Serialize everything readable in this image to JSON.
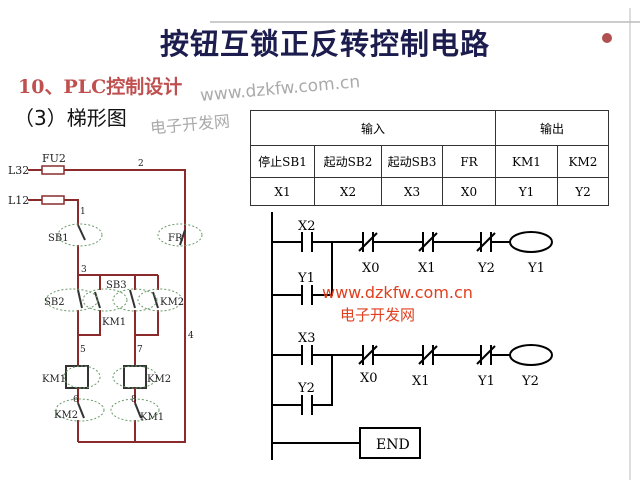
{
  "title": "按钮互锁正反转控制电路",
  "section": "10、PLC控制设计",
  "subsection": "（3）梯形图",
  "io_table": {
    "groups": [
      "输入",
      "输出"
    ],
    "names": [
      "停止SB1",
      "起动SB2",
      "起动SB3",
      "FR",
      "KM1",
      "KM2"
    ],
    "addresses": [
      "X1",
      "X2",
      "X3",
      "X0",
      "Y1",
      "Y2"
    ]
  },
  "circuit": {
    "labels": {
      "l32": "L32",
      "l12": "L12",
      "fu2": "FU2",
      "n1": "1",
      "n2": "2",
      "n3": "3",
      "n4": "4",
      "n5": "5",
      "n6": "6",
      "n7": "7",
      "n8": "8",
      "sb1": "SB1",
      "sb2": "SB2",
      "sb3": "SB3",
      "fr": "FR",
      "km1_nc": "KM1",
      "km2_no": "KM2",
      "km1_coil": "KM1",
      "km2_coil": "KM2",
      "km2_il": "KM2",
      "km1_il": "KM1"
    }
  },
  "ladder": {
    "rung1": {
      "contact": "X2",
      "hold": "Y1",
      "nc": [
        "X0",
        "X1",
        "Y2"
      ],
      "coil": "Y1"
    },
    "rung2": {
      "contact": "X3",
      "hold": "Y2",
      "nc": [
        "X0",
        "X1",
        "Y1"
      ],
      "coil": "Y2"
    },
    "end": "END"
  },
  "watermark": {
    "url": "www.dzkfw.com.cn",
    "name": "电子开发网"
  },
  "colors": {
    "wire": "#8b2a2a",
    "title": "#1c1c4e",
    "section": "#c05050",
    "watermark": "#e04020"
  }
}
